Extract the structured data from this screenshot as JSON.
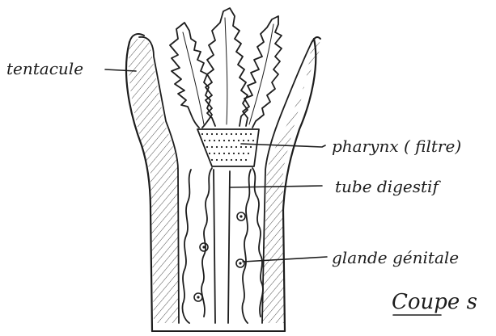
{
  "labels": {
    "tentacle": "tentacule",
    "pharynx": "pharynx ( filtre)",
    "gut": "tube digestif",
    "gonad": "glande génitale"
  },
  "caption": {
    "text": "Coupe s"
  },
  "colors": {
    "ink": "#1d1d1d",
    "paper": "#ffffff"
  }
}
